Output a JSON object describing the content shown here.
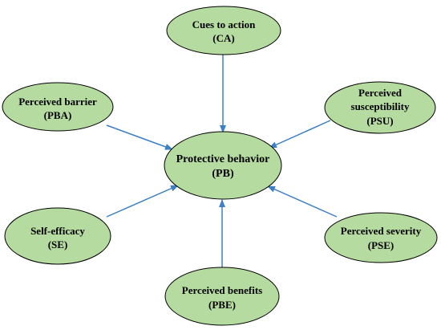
{
  "colors": {
    "node_fill": "#b5dba0",
    "node_stroke": "#000000",
    "arrow": "#3b7fc4"
  },
  "center": {
    "line1": "Protective behavior",
    "line2": "(PB)"
  },
  "nodes": {
    "ca": {
      "line1": "Cues to action",
      "line2": "(CA)"
    },
    "pba": {
      "line1": "Perceived barrier",
      "line2": "(PBA)"
    },
    "psu": {
      "line1": "Perceived",
      "line2": "susceptibility",
      "line3": "(PSU)"
    },
    "se": {
      "line1": "Self-efficacy",
      "line2": "(SE)"
    },
    "pse": {
      "line1": "Perceived severity",
      "line2": "(PSE)"
    },
    "pbe": {
      "line1": "Perceived benefits",
      "line2": "(PBE)"
    }
  }
}
